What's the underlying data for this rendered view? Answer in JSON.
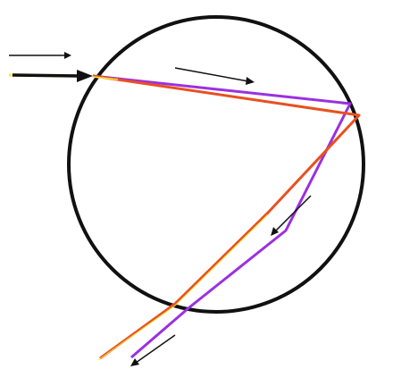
{
  "diagram": {
    "kind": "light ray dispersion through a circular drop",
    "background_color": "#ffffff",
    "circle_color": "#111111",
    "ray_colors": {
      "violet": "#9b30e0",
      "red": "#e8501f",
      "yellow": "#f5ea3a"
    },
    "arrow_color": "#111111",
    "arrows": [
      {
        "name": "incoming-small-arrow",
        "direction": "right"
      },
      {
        "name": "incoming-bold-arrow",
        "direction": "right"
      },
      {
        "name": "inside-top-arrow",
        "direction": "right"
      },
      {
        "name": "inside-diagonal-arrow",
        "direction": "down-left"
      },
      {
        "name": "outgoing-arrow",
        "direction": "down-left"
      }
    ]
  }
}
